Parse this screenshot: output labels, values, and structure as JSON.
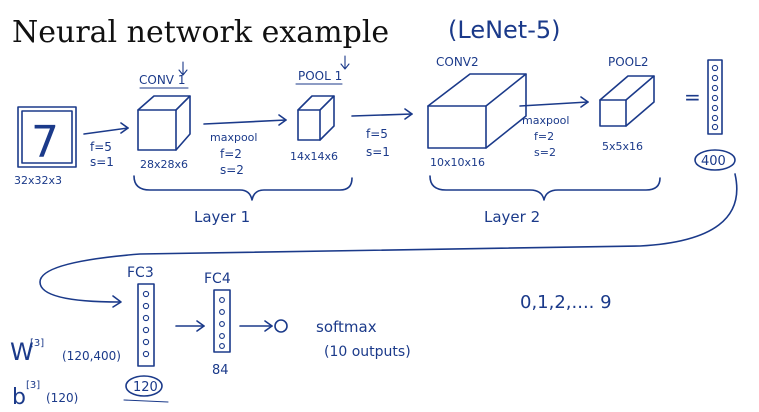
{
  "title": "Neural network example",
  "subtitle": "(LeNet-5)",
  "input": {
    "digit": "7",
    "dims": "32x32x3"
  },
  "conv1": {
    "label": "CONV 1",
    "dims": "28x28x6",
    "params": [
      "f=5",
      "s=1"
    ]
  },
  "maxpool1": {
    "label": "maxpool",
    "params": [
      "f=2",
      "s=2"
    ]
  },
  "pool1": {
    "label": "POOL 1",
    "dims": "14x14x6"
  },
  "conv2_params": [
    "f=5",
    "s=1"
  ],
  "conv2": {
    "label": "CONV2",
    "dims": "10x10x16"
  },
  "maxpool2": {
    "label": "maxpool",
    "params": [
      "f=2",
      "s=2"
    ]
  },
  "pool2": {
    "label": "POOL2",
    "dims": "5x5x16"
  },
  "flatten": {
    "equals": "=",
    "size": "400"
  },
  "layers": {
    "layer1": "Layer 1",
    "layer2": "Layer 2"
  },
  "fc3": {
    "label": "FC3",
    "size": "120",
    "weights": "W",
    "weights_sup": "[3]",
    "weights_dims": "(120,400)",
    "bias": "b",
    "bias_sup": "[3]",
    "bias_dims": "(120)"
  },
  "fc4": {
    "label": "FC4",
    "size": "84"
  },
  "softmax": {
    "label": "softmax",
    "outputs": "(10 outputs)"
  },
  "classes": "0,1,2,.... 9",
  "colors": {
    "ink": "#1b3a8a",
    "title": "#111111",
    "background": "#ffffff"
  }
}
